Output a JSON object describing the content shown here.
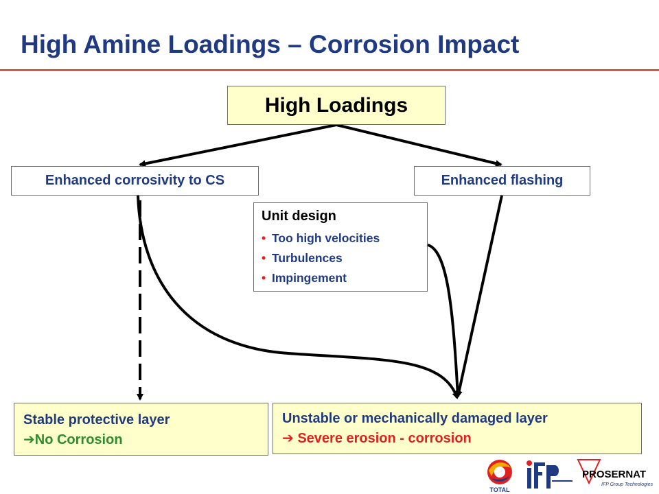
{
  "title": "High Amine Loadings – Corrosion Impact",
  "nodes": {
    "high_loadings": "High Loadings",
    "enhanced_corrosivity": "Enhanced corrosivity to CS",
    "enhanced_flashing": "Enhanced flashing",
    "unit_design": {
      "heading": "Unit design",
      "items": [
        "Too high velocities",
        "Turbulences",
        "Impingement"
      ]
    },
    "stable_layer": {
      "line1": "Stable protective layer",
      "arrow": "➔",
      "line2": "No Corrosion"
    },
    "unstable_layer": {
      "line1": "Unstable or mechanically damaged layer",
      "arrow": "➔",
      "line2": "Severe erosion - corrosion"
    }
  },
  "logos": {
    "total": "TOTAL",
    "ifp": "IFP",
    "prosernat": "PROSERNAT",
    "prosernat_sub": "IFP Group Technologies"
  },
  "colors": {
    "title_blue": "#1f3a80",
    "accent_red": "#e02020",
    "green": "#2e8b2e",
    "box_fill": "#ffffcc"
  }
}
